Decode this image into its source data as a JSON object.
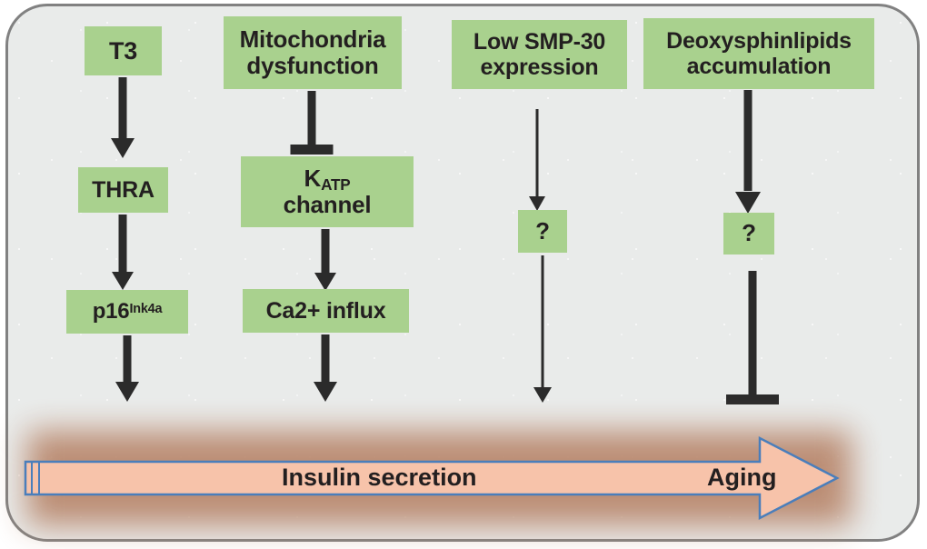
{
  "figure": {
    "panel": {
      "background": "#e9ebea",
      "border_color": "#818181"
    },
    "node_color": "#a9d18e",
    "connector_color": "#2b2b2b",
    "banner_fill": "#f7c3aa",
    "banner_stroke": "#4a7ebb",
    "banner_glow": "#b8866b"
  },
  "nodes": {
    "t3": "T3",
    "thra": "THRA",
    "p16_base": "p16",
    "p16_sup": "Ink4a",
    "mito_line1": "Mitochondria",
    "mito_line2": "dysfunction",
    "katp_k": "K",
    "katp_sub": "ATP",
    "katp_line2": "channel",
    "ca_influx": "Ca2+ influx",
    "smp_line1": "Low SMP-30",
    "smp_line2": "expression",
    "deoxy_line1": "Deoxysphinlipids",
    "deoxy_line2": "accumulation",
    "question_left": "?",
    "question_right": "?"
  },
  "banner": {
    "left_label": "Insulin secretion",
    "right_label": "Aging"
  },
  "connectors": [
    {
      "name": "t3-to-thra",
      "type": "arrow",
      "weight": "thick"
    },
    {
      "name": "thra-to-p16",
      "type": "arrow",
      "weight": "thick"
    },
    {
      "name": "p16-to-banner",
      "type": "arrow",
      "weight": "thick"
    },
    {
      "name": "mito-to-katp",
      "type": "inhibition",
      "weight": "thick"
    },
    {
      "name": "katp-to-ca",
      "type": "arrow",
      "weight": "thick"
    },
    {
      "name": "ca-to-banner",
      "type": "arrow",
      "weight": "thick"
    },
    {
      "name": "smp-to-question",
      "type": "arrow",
      "weight": "thin"
    },
    {
      "name": "question-left-to-banner",
      "type": "arrow",
      "weight": "thin"
    },
    {
      "name": "deoxy-to-question",
      "type": "arrow",
      "weight": "thick"
    },
    {
      "name": "question-right-to-banner",
      "type": "inhibition",
      "weight": "thick"
    }
  ]
}
